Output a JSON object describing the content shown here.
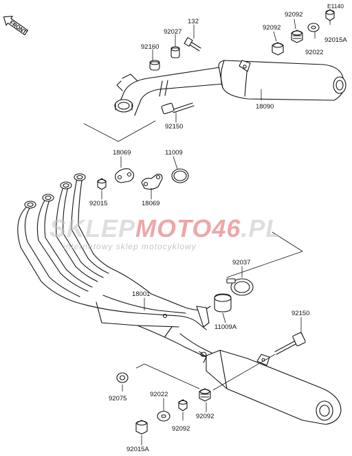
{
  "diagram_code": "E1140",
  "front_label": "FRONT",
  "watermark": {
    "main_part1": "SKLEP",
    "main_part2": "MOTO",
    "main_part3": "46",
    "main_part4": ".PL",
    "tagline": "internetowy sklep motocyklowy",
    "color_gray": "#c4c4c4",
    "color_red": "#e06060"
  },
  "parts": [
    {
      "id": "132",
      "label": "132"
    },
    {
      "id": "92027",
      "label": "92027"
    },
    {
      "id": "92160",
      "label": "92160"
    },
    {
      "id": "92092a",
      "label": "92092"
    },
    {
      "id": "92092b",
      "label": "92092"
    },
    {
      "id": "92022a",
      "label": "92022"
    },
    {
      "id": "92015Aa",
      "label": "92015A"
    },
    {
      "id": "18090",
      "label": "18090"
    },
    {
      "id": "92150a",
      "label": "92150"
    },
    {
      "id": "18069a",
      "label": "18069"
    },
    {
      "id": "11009",
      "label": "11009"
    },
    {
      "id": "92015",
      "label": "92015"
    },
    {
      "id": "18069b",
      "label": "18069"
    },
    {
      "id": "92037",
      "label": "92037"
    },
    {
      "id": "18001",
      "label": "18001"
    },
    {
      "id": "11009A",
      "label": "11009A"
    },
    {
      "id": "92150b",
      "label": "92150"
    },
    {
      "id": "92075",
      "label": "92075"
    },
    {
      "id": "92022b",
      "label": "92022"
    },
    {
      "id": "92092c",
      "label": "92092"
    },
    {
      "id": "92092d",
      "label": "92092"
    },
    {
      "id": "92015Ab",
      "label": "92015A"
    }
  ]
}
